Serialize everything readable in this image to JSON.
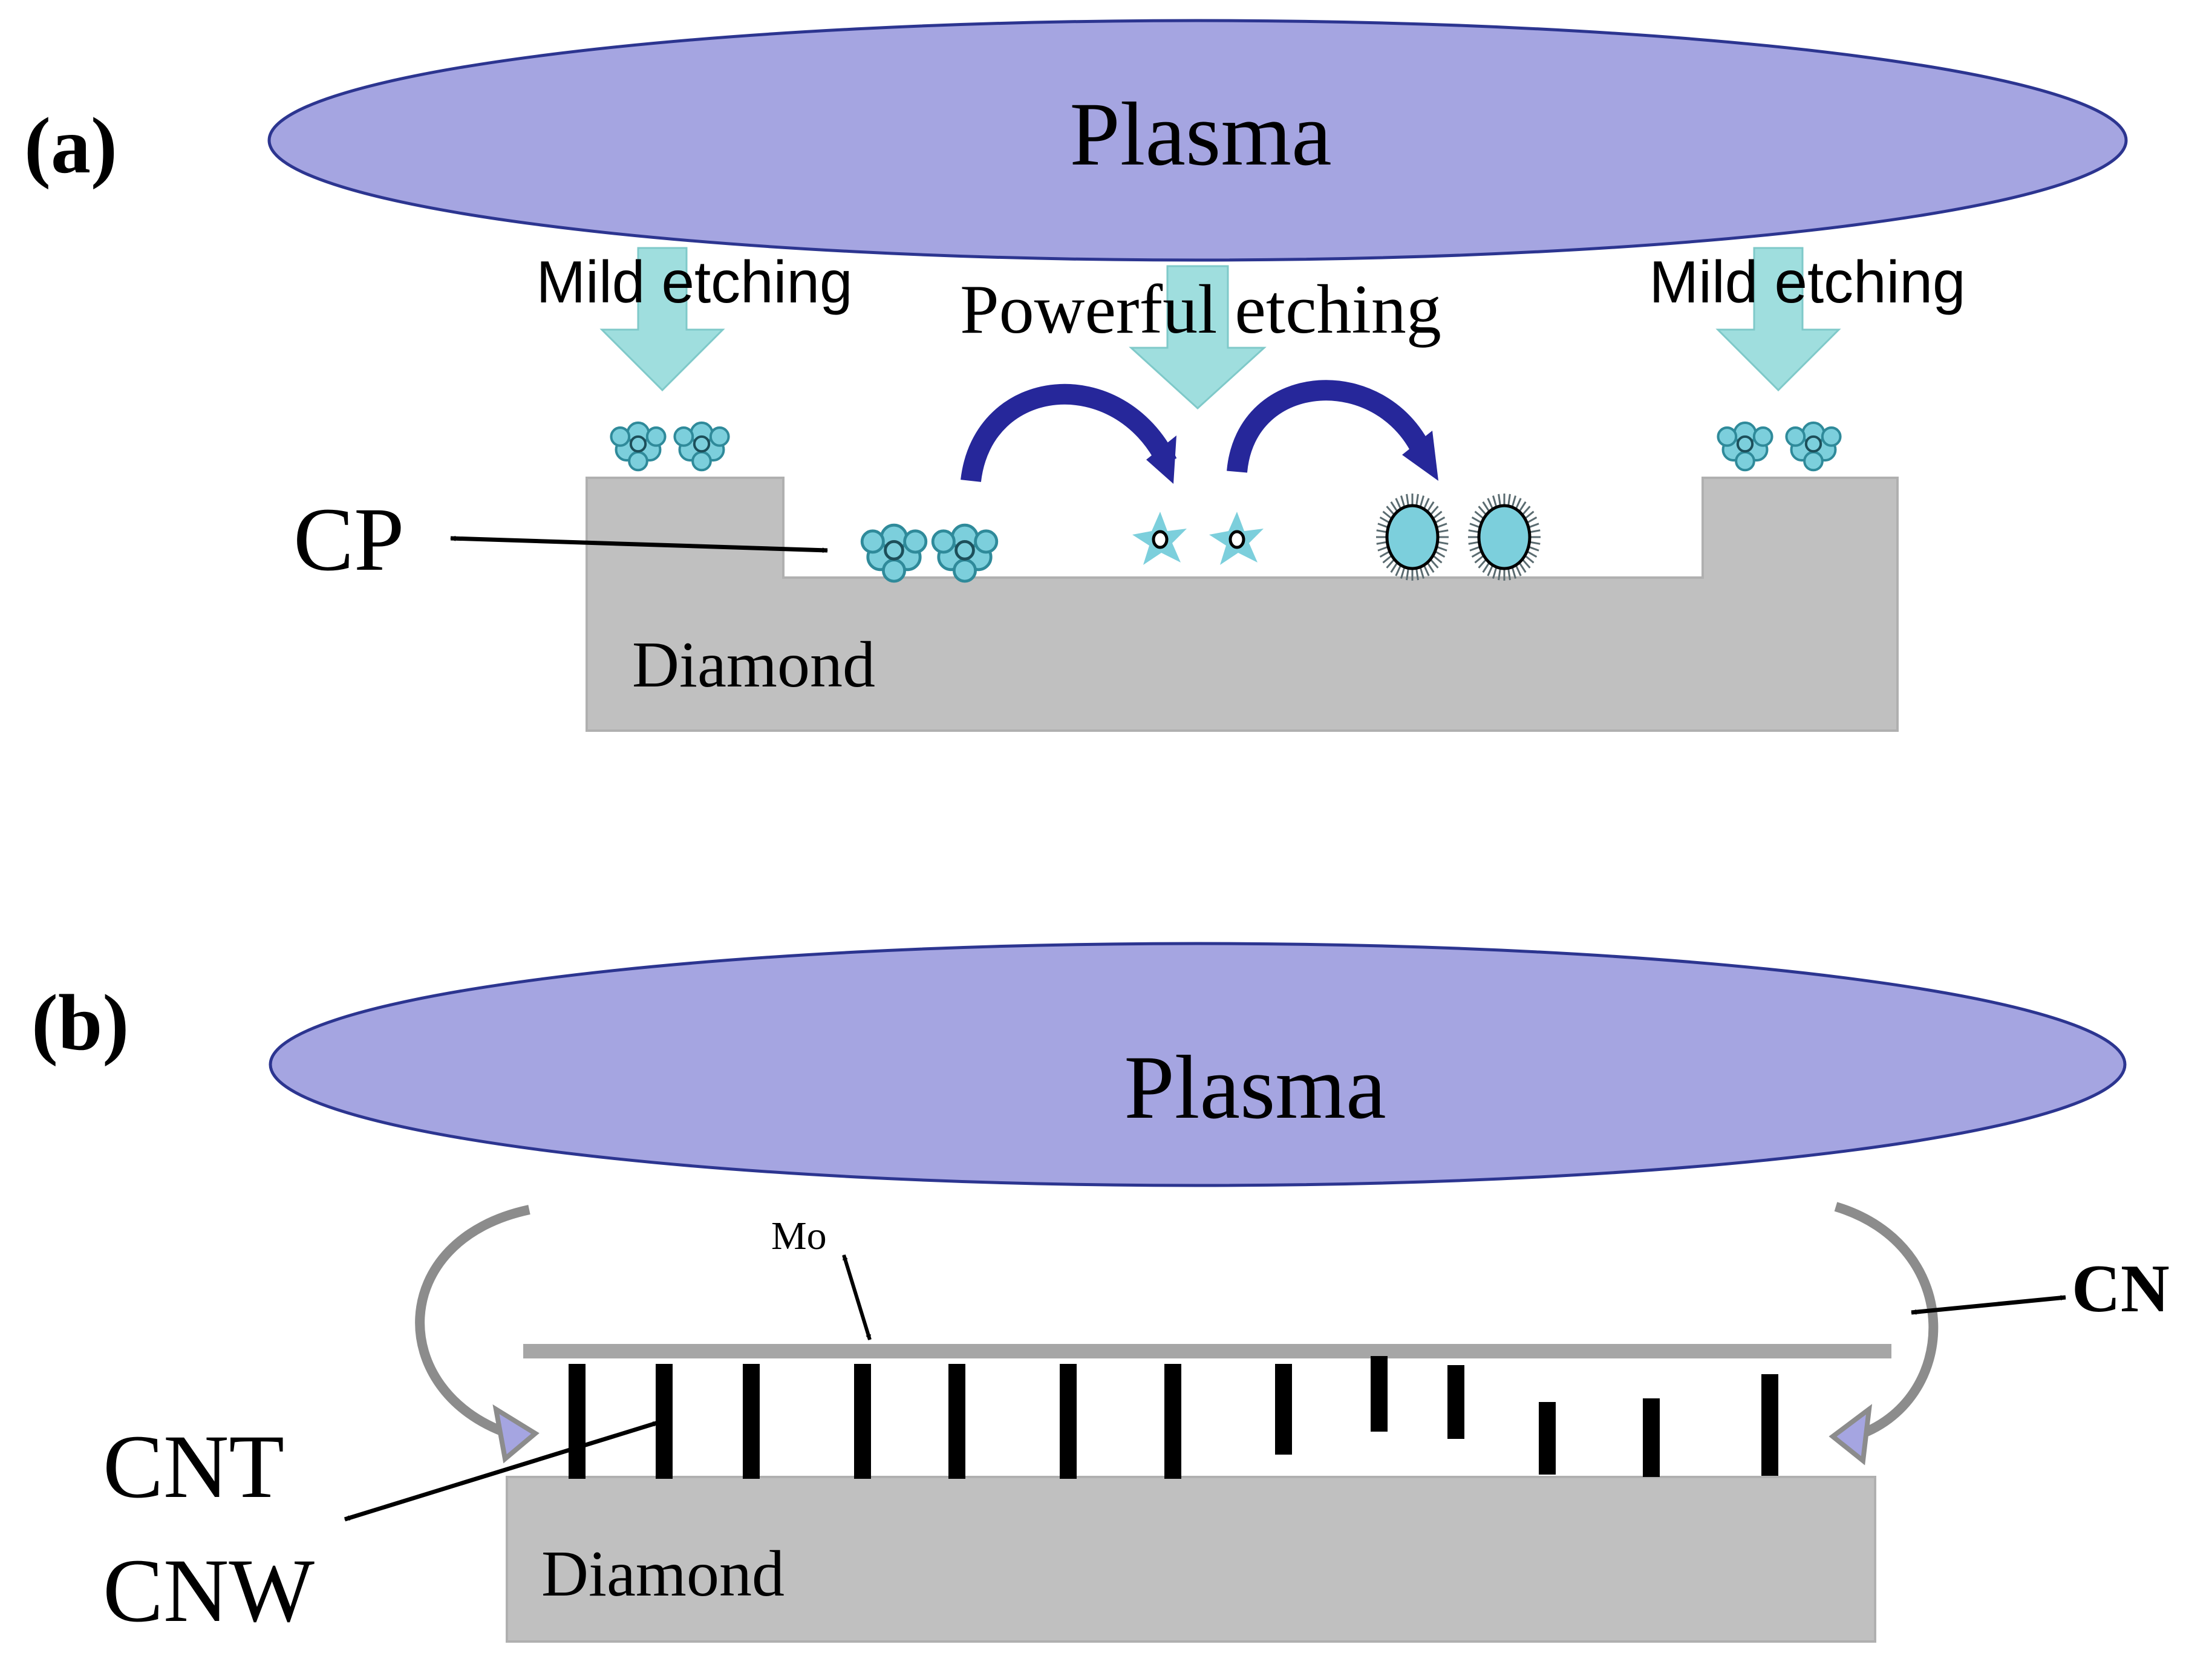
{
  "panel_a": {
    "label": "(a)",
    "plasma": "Plasma",
    "mild_etching_left": "Mild etching",
    "powerful_etching": "Powerful etching",
    "mild_etching_right": "Mild etching",
    "cp": "CP",
    "diamond": "Diamond"
  },
  "panel_b": {
    "label": "(b)",
    "plasma": "Plasma",
    "mo": "Mo",
    "cn": "CN",
    "cnt": "CNT",
    "cnw": "CNW",
    "diamond": "Diamond"
  },
  "colors": {
    "plasma_fill": "#a5a5e1",
    "plasma_stroke": "#2c3590",
    "etch_arrow": "#9fdede",
    "particle": "#7ccfdc",
    "curve_arrow": "#26279a",
    "diamond": "#c0c0c0",
    "mo_bar": "#a6a6a6",
    "cn_arrow": "#8c8c8c",
    "nanotube": "#000000"
  }
}
